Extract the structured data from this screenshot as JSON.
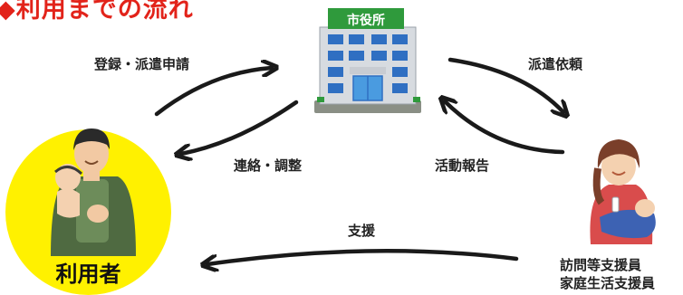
{
  "title": "◆利用までの流れ",
  "nodes": {
    "city_hall_sign": "市役所",
    "user_label": "利用者",
    "supporter_line1": "訪問等支援員",
    "supporter_line2": "家庭生活支援員"
  },
  "arrows": {
    "register": "登録・派遣申請",
    "contact": "連絡・調整",
    "dispatch_request": "派遣依頼",
    "activity_report": "活動報告",
    "support": "支援"
  }
}
